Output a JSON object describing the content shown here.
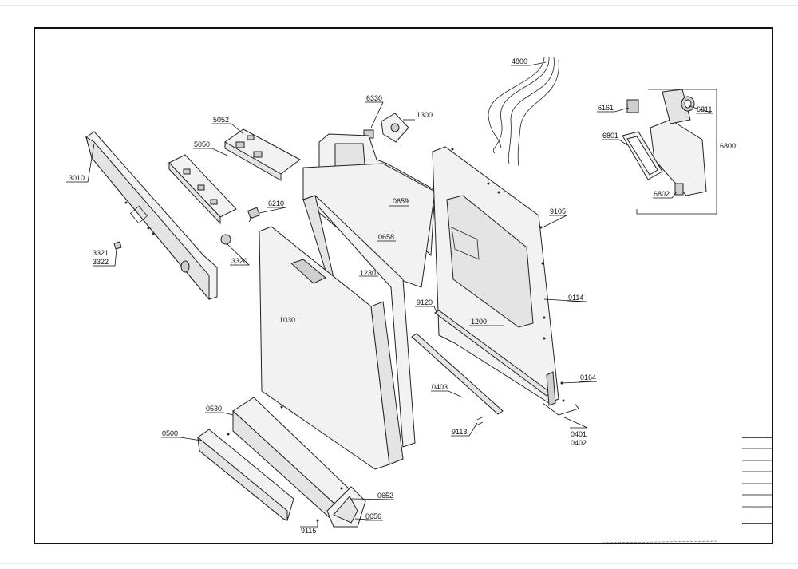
{
  "labels": {
    "p4800": "4800",
    "p6330": "6330",
    "p1300": "1300",
    "p5052": "5052",
    "p5050": "5050",
    "p3010": "3010",
    "p6210": "6210",
    "p0659": "0659",
    "p0658": "0658",
    "p1230": "1230",
    "p3321": "3321",
    "p3322": "3322",
    "p3320": "3320",
    "p1030": "1030",
    "p9120": "9120",
    "p1200": "1200",
    "p9105": "9105",
    "p9114": "9114",
    "p0164": "0164",
    "p0403": "0403",
    "p0530": "0530",
    "p0500": "0500",
    "p9113": "9113",
    "p0401": "0401",
    "p0402": "0402",
    "p0652": "0652",
    "p0656": "0656",
    "p9115": "9115",
    "p6161": "6161",
    "p6811": "6811",
    "p6801": "6801",
    "p6800": "6800",
    "p6802": "6802"
  }
}
